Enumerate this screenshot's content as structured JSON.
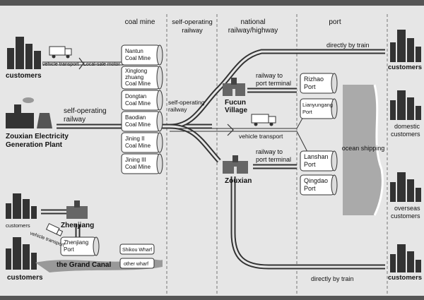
{
  "headers": {
    "coal_mine": "coal mine",
    "self_operating_1": "self-operating",
    "self_operating_2": "railway",
    "national_1": "national",
    "national_2": "railway/highway",
    "port": "port"
  },
  "customers_label": "customers",
  "power_plant": {
    "line1": "Zouxian Electricity",
    "line2": "Generation Plant"
  },
  "self_railway_plant": {
    "line1": "self-operating",
    "line2": "railway"
  },
  "self_railway_center": {
    "line1": "self-operating",
    "line2": "railway"
  },
  "vehicle_transport_label": "vehicle transport",
  "local_sale_label": "Local-sale motor",
  "mines": [
    {
      "line1": "Nantun",
      "line2": "Coal Mine",
      "line3": ""
    },
    {
      "line1": "Xinglong",
      "line2": "zhuang",
      "line3": "Coal Mine"
    },
    {
      "line1": "Dongtan",
      "line2": "Coal Mine",
      "line3": ""
    },
    {
      "line1": "Baodian",
      "line2": "Coal Mine",
      "line3": ""
    },
    {
      "line1": "Jining II",
      "line2": "Coal Mine",
      "line3": ""
    },
    {
      "line1": "Jining III",
      "line2": "Coal Mine",
      "line3": ""
    }
  ],
  "stations": {
    "fucun": {
      "line1": "Fucun",
      "line2": "Village"
    },
    "zouxian": "Zouxian",
    "zhenjiang": "Zhenjiang"
  },
  "railway_to_port": {
    "line1": "railway to",
    "line2": "port terminal"
  },
  "vehicle_transport_center": "vehicle transport",
  "directly_by_train": "directly by train",
  "ports": [
    {
      "line1": "Rizhao",
      "line2": "Port"
    },
    {
      "line1": "Lianyungang",
      "line2": "Port"
    },
    {
      "line1": "Lanshan",
      "line2": "Port"
    },
    {
      "line1": "Qingdao",
      "line2": "Port"
    }
  ],
  "ocean_shipping": "ocean shipping",
  "right_customers": {
    "top": "customers",
    "domestic_1": "domestic",
    "domestic_2": "customers",
    "overseas_1": "overseas",
    "overseas_2": "customers",
    "bottom": "customers"
  },
  "bottom_left": {
    "customers_small": "customers",
    "vehicle_transport": "vehicle transport",
    "zhenjiang_port_1": "Zhenjiang",
    "zhenjiang_port_2": "Port",
    "grand_canal": "the Grand Canal",
    "customers": "customers",
    "shikou_wharf": "Shikou Wharf",
    "other_wharf": "other wharf"
  }
}
